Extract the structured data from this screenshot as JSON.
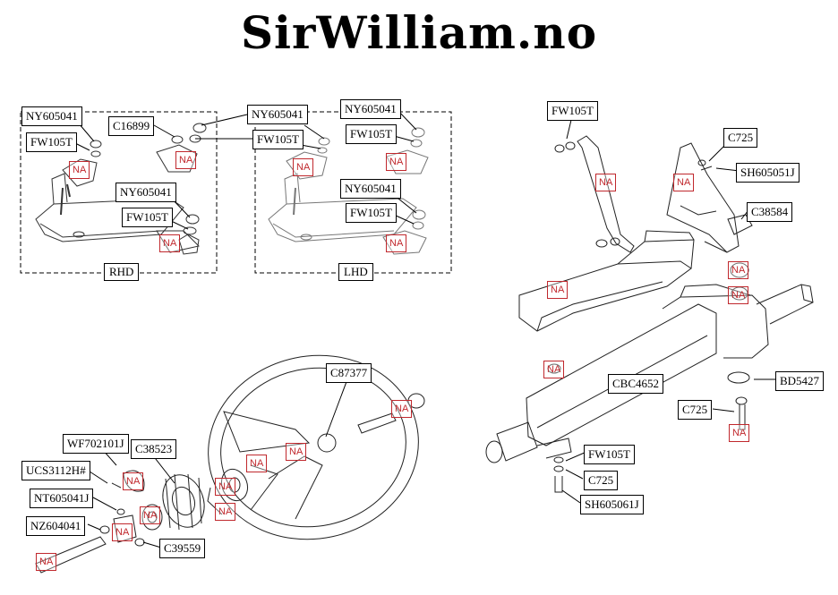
{
  "title": "SirWilliam.no",
  "groups": {
    "rhd": "RHD",
    "lhd": "LHD"
  },
  "na_label": "NA",
  "callouts": {
    "c1": "NY605041",
    "c2": "C16899",
    "c3": "FW105T",
    "c4": "NY605041",
    "c5": "FW105T",
    "c6": "NY605041",
    "c7": "FW105T",
    "c8": "NY605041",
    "c9": "FW105T",
    "c10": "NY605041",
    "c11": "FW105T",
    "c12": "FW105T",
    "c13": "C725",
    "c14": "SH605051J",
    "c15": "C38584",
    "c16": "BD5427",
    "c17": "CBC4652",
    "c18": "C725",
    "c19": "FW105T",
    "c20": "C725",
    "c21": "SH605061J",
    "c22": "C87377",
    "c23": "WF702101J",
    "c24": "C38523",
    "c25": "UCS3112H#",
    "c26": "NT605041J",
    "c27": "NZ604041",
    "c28": "C39559"
  }
}
